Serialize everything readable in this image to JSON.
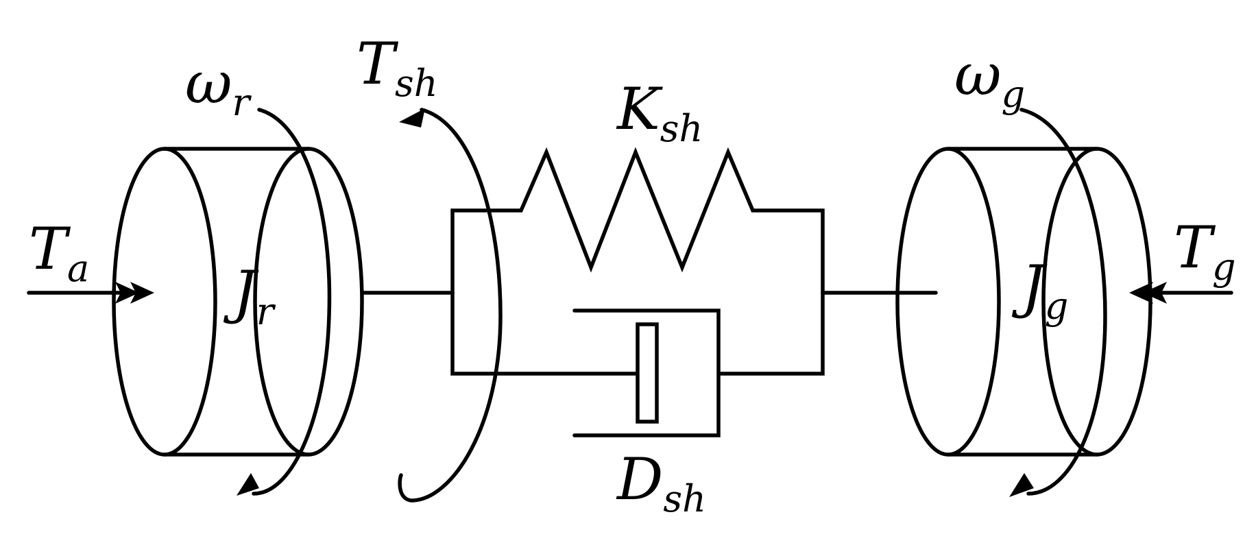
{
  "labels": {
    "omega_r": {
      "main": "ω",
      "sub": "r"
    },
    "T_sh": {
      "main": "T",
      "sub": "sh"
    },
    "K_sh": {
      "main": "K",
      "sub": "sh"
    },
    "omega_g": {
      "main": "ω",
      "sub": "g"
    },
    "T_a": {
      "main": "T",
      "sub": "a"
    },
    "J_r": {
      "main": "J",
      "sub": "r"
    },
    "T_g": {
      "main": "T",
      "sub": "g"
    },
    "J_g": {
      "main": "J",
      "sub": "g"
    },
    "D_sh": {
      "main": "D",
      "sub": "sh"
    }
  }
}
